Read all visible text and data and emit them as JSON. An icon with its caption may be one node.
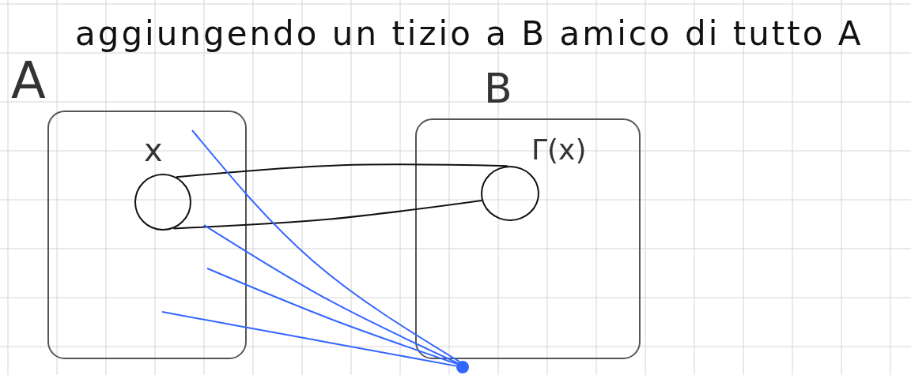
{
  "diagram": {
    "title": "aggiungendo un tizio a B amico di tutto A",
    "nodes": [
      {
        "text": [
          "A"
        ]
      },
      {
        "text": [
          "x"
        ],
        "in": 0
      },
      {
        "text": [
          "B"
        ]
      },
      {
        "text": [
          "Γ(x)"
        ],
        "in": 2
      },
      {
        "text": [],
        "shape": "circle"
      }
    ],
    "edges": [
      {
        "from": 1,
        "to": 3,
        "arrow": "none",
        "color": "#111111"
      },
      {
        "from": 1,
        "to": 3,
        "arrow": "none",
        "color": "#111111"
      },
      {
        "from": 4,
        "to": null,
        "arrow": "none",
        "color": "#3366ff"
      },
      {
        "from": 4,
        "to": null,
        "arrow": "none",
        "color": "#3366ff"
      },
      {
        "from": 4,
        "to": null,
        "arrow": "none",
        "color": "#3366ff"
      },
      {
        "from": 4,
        "to": null,
        "arrow": "none",
        "color": "#3366ff"
      }
    ]
  }
}
